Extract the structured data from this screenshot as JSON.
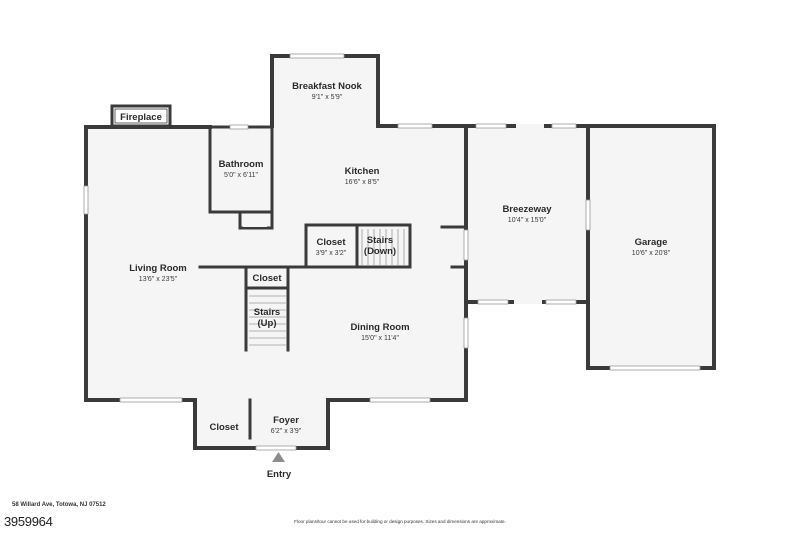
{
  "rooms": {
    "breakfast_nook": {
      "name": "Breakfast Nook",
      "dim": "9'1\" x 5'9\""
    },
    "bathroom": {
      "name": "Bathroom",
      "dim": "5'0\" x 6'11\""
    },
    "kitchen": {
      "name": "Kitchen",
      "dim": "16'6\" x 8'5\""
    },
    "breezeway": {
      "name": "Breezeway",
      "dim": "10'4\" x 15'0\""
    },
    "garage": {
      "name": "Garage",
      "dim": "10'6\" x 20'8\""
    },
    "living_room": {
      "name": "Living Room",
      "dim": "13'6\" x 23'5\""
    },
    "closet_kitchen": {
      "name": "Closet",
      "dim": "3'9\" x 3'2\""
    },
    "stairs_down": {
      "line1": "Stairs",
      "line2": "(Down)"
    },
    "closet_hall": {
      "name": "Closet"
    },
    "stairs_up": {
      "line1": "Stairs",
      "line2": "(Up)"
    },
    "dining_room": {
      "name": "Dining Room",
      "dim": "15'0\" x 11'4\""
    },
    "closet_foyer": {
      "name": "Closet"
    },
    "foyer": {
      "name": "Foyer",
      "dim": "6'2\" x 3'9\""
    }
  },
  "fireplace": "Fireplace",
  "entry": "Entry",
  "footer": {
    "address": "58 Willard Ave, Totowa, NJ 07512",
    "mls_number": "3959964",
    "disclaimer": "Floor plans/tour cannot be used for building or design purposes. Sizes and dimensions are approximate."
  }
}
